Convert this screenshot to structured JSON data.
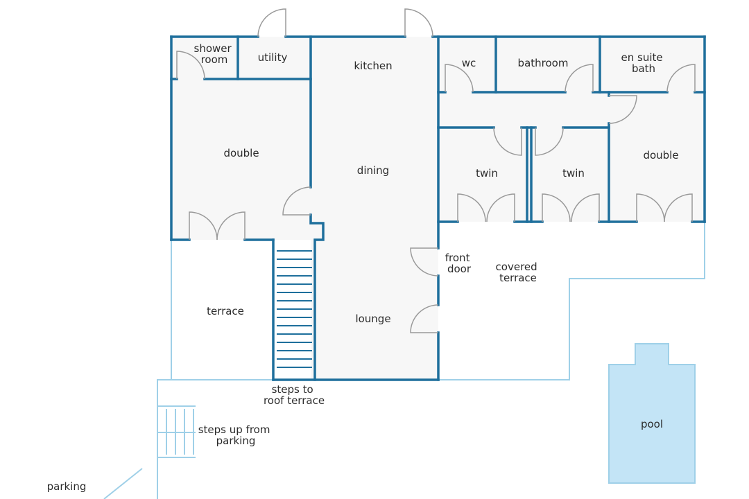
{
  "rooms": {
    "shower_room": [
      "shower",
      "room"
    ],
    "utility": "utility",
    "kitchen": "kitchen",
    "wc": "wc",
    "bathroom": "bathroom",
    "en_suite_bath": [
      "en suite",
      "bath"
    ],
    "double_left": "double",
    "dining": "dining",
    "twin_1": "twin",
    "twin_2": "twin",
    "double_right": "double",
    "front_door": [
      "front",
      "door"
    ],
    "covered_terrace": [
      "covered",
      "terrace"
    ],
    "terrace": "terrace",
    "lounge": "lounge",
    "steps_to_roof": [
      "steps to",
      "roof terrace"
    ],
    "steps_up_from_parking": [
      "steps up from",
      "parking"
    ],
    "pool": "pool",
    "parking": "parking"
  },
  "colors": {
    "wall": "#1e6f9c",
    "outdoor_line": "#9fd0e8",
    "pool_fill": "#c3e4f6",
    "room_fill": "#f7f7f7",
    "door": "#9a9a9a"
  }
}
